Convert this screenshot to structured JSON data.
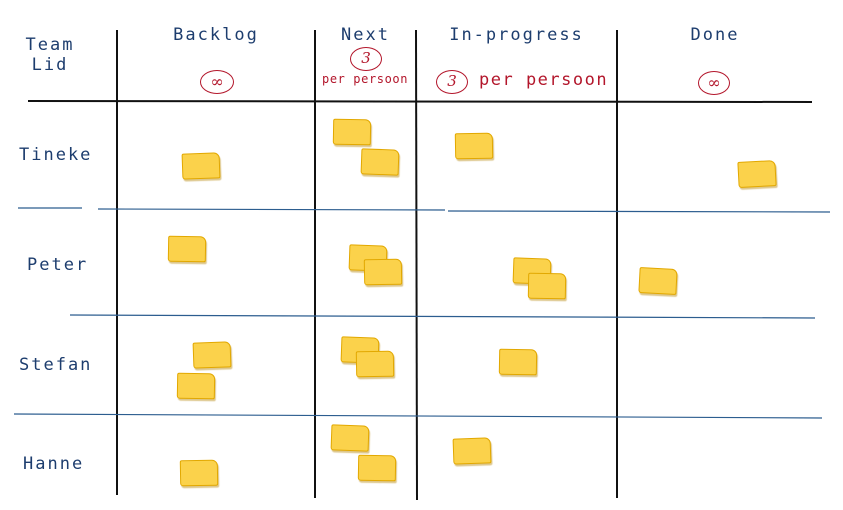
{
  "corner_header": {
    "line1": "Team",
    "line2": "Lid"
  },
  "columns": [
    {
      "key": "backlog",
      "label": "Backlog",
      "wip": "∞"
    },
    {
      "key": "next",
      "label": "Next",
      "wip": "3",
      "wip_text": "per persoon"
    },
    {
      "key": "in_progress",
      "label": "In-progress",
      "wip": "3",
      "wip_text": "per persoon"
    },
    {
      "key": "done",
      "label": "Done",
      "wip": "∞"
    }
  ],
  "lanes": [
    {
      "key": "tineke",
      "label": "Tineke",
      "notes": {
        "backlog": 1,
        "next": 2,
        "in_progress": 1,
        "done": 1
      }
    },
    {
      "key": "peter",
      "label": "Peter",
      "notes": {
        "backlog": 1,
        "next": 2,
        "in_progress": 2,
        "done": 1
      }
    },
    {
      "key": "stefan",
      "label": "Stefan",
      "notes": {
        "backlog": 2,
        "next": 2,
        "in_progress": 1,
        "done": 0
      }
    },
    {
      "key": "hanne",
      "label": "Hanne",
      "notes": {
        "backlog": 1,
        "next": 2,
        "in_progress": 1,
        "done": 0
      }
    }
  ],
  "colors": {
    "ink": "#1d3d6e",
    "wip_red": "#b3162b",
    "note_yellow": "#fbd24b",
    "lane_line": "#2c5d8f"
  }
}
